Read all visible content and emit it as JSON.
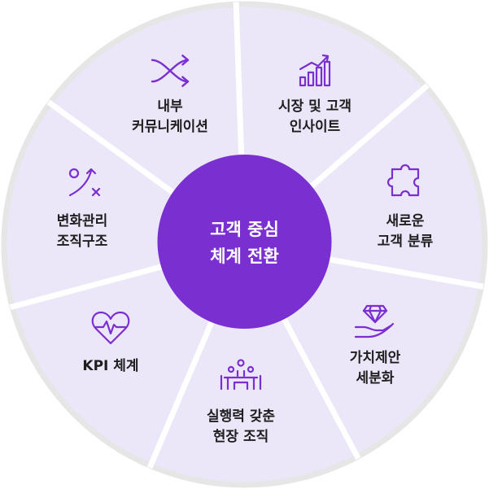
{
  "colors": {
    "segment": "#ece6f9",
    "divider": "#ffffff",
    "outer_ring": "#e6e6e6",
    "center": "#7a2fd0",
    "icon": "#7a2fd0",
    "center_text": "#ffffff",
    "label_text": "#1e1e1e"
  },
  "center": {
    "line1": "고객 중심",
    "line2": "체계 전환"
  },
  "segments": [
    {
      "icon": "shuffle-icon",
      "line1": "내부",
      "line2": "커뮤니케이션"
    },
    {
      "icon": "growth-chart-icon",
      "line1": "시장 및 고객",
      "line2": "인사이트"
    },
    {
      "icon": "puzzle-icon",
      "line1": "새로운",
      "line2": "고객 분류"
    },
    {
      "icon": "diamond-hand-icon",
      "line1": "가치제안",
      "line2": "세분화"
    },
    {
      "icon": "team-meeting-icon",
      "line1": "실행력 갖춘",
      "line2": "현장 조직"
    },
    {
      "icon": "heart-pulse-icon",
      "line1": "KPI 체계",
      "line2": ""
    },
    {
      "icon": "strategy-play-icon",
      "line1": "변화관리",
      "line2": "조직구조"
    }
  ]
}
